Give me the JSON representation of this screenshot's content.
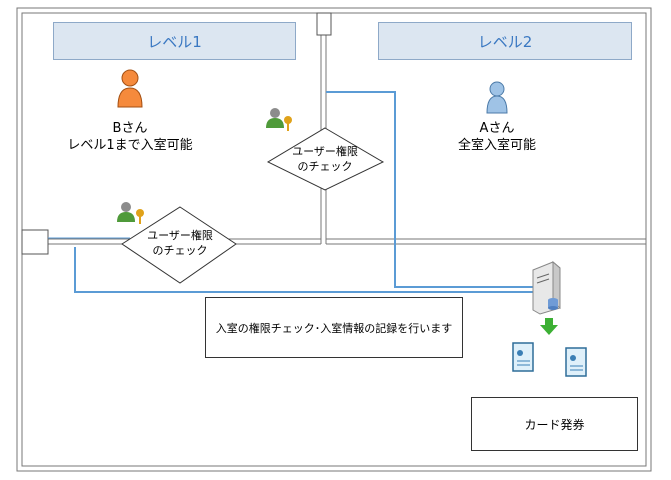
{
  "levels": [
    {
      "label": "レベル1"
    },
    {
      "label": "レベル2"
    }
  ],
  "people": [
    {
      "name": "Bさん",
      "access": "レベル1まで入室可能"
    },
    {
      "name": "Aさん",
      "access": "全室入室可能"
    }
  ],
  "checks": [
    {
      "line1": "ユーザー権限",
      "line2": "のチェック"
    },
    {
      "line1": "ユーザー権限",
      "line2": "のチェック"
    }
  ],
  "server_note": "入室の権限チェック･入室情報の記録を行います",
  "card_issue": "カード発券",
  "colors": {
    "level_fill": "#dce6f1",
    "level_text": "#3a78c2",
    "network_line": "#5b9bd5",
    "person_b": "#f58a3c",
    "person_a": "#9fc3e6",
    "arrow": "#3cb034"
  },
  "icons": [
    "person-icon",
    "user-key-icon",
    "server-icon",
    "card-icon",
    "down-arrow-icon"
  ]
}
